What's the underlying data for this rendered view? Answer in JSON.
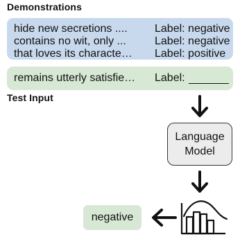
{
  "sections": {
    "demonstrations_title": "Demonstrations",
    "test_input_title": "Test Input"
  },
  "demonstrations": [
    {
      "text": "hide new secretions ....",
      "label": "Label: negative"
    },
    {
      "text": "contains no wit, only ...",
      "label": "Label: negative"
    },
    {
      "text": "that loves its characte…",
      "label": "Label: positive"
    }
  ],
  "test_input": {
    "text": "remains utterly satisfie…",
    "label": "Label:"
  },
  "model": {
    "line1": "Language",
    "line2": "Model"
  },
  "output": {
    "prediction": "negative"
  },
  "icons": [
    "arrow-down-icon",
    "arrow-left-icon",
    "histogram-icon"
  ],
  "colors": {
    "demo_bg": "#c8d9ee",
    "test_bg": "#d7e8d4",
    "model_bg": "#ececec"
  }
}
